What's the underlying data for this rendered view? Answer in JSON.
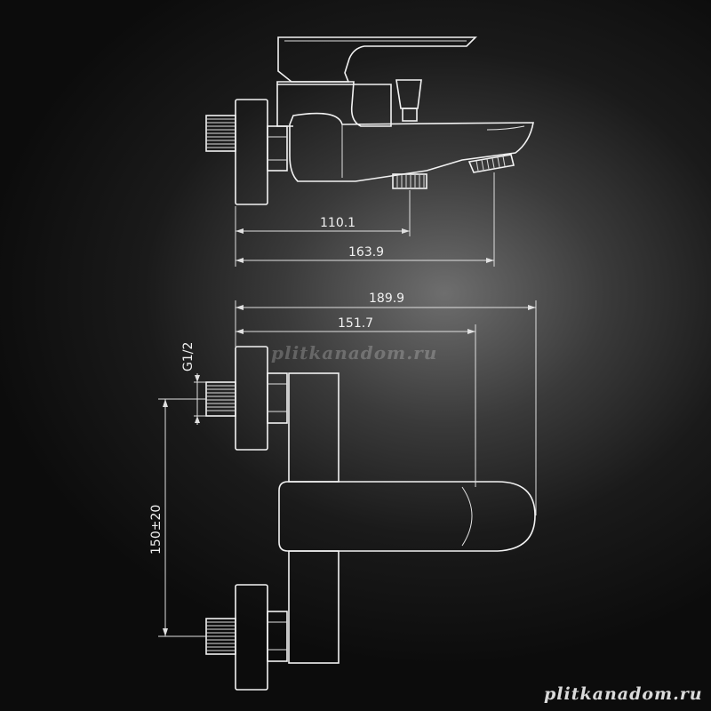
{
  "dimensions": {
    "top_view": [
      {
        "id": "dim-110",
        "label": "110.1"
      },
      {
        "id": "dim-163",
        "label": "163.9"
      }
    ],
    "bottom_view": [
      {
        "id": "dim-189",
        "label": "189.9"
      },
      {
        "id": "dim-151",
        "label": "151.7"
      },
      {
        "id": "dim-g12",
        "label": "G1/2"
      },
      {
        "id": "dim-150",
        "label": "150±20"
      }
    ]
  },
  "watermark": {
    "middle": "plitkanadom.ru",
    "bottom": "plitkanadom.ru"
  },
  "colors": {
    "line": "#f2f2f2",
    "background": "#0d0d0d"
  }
}
